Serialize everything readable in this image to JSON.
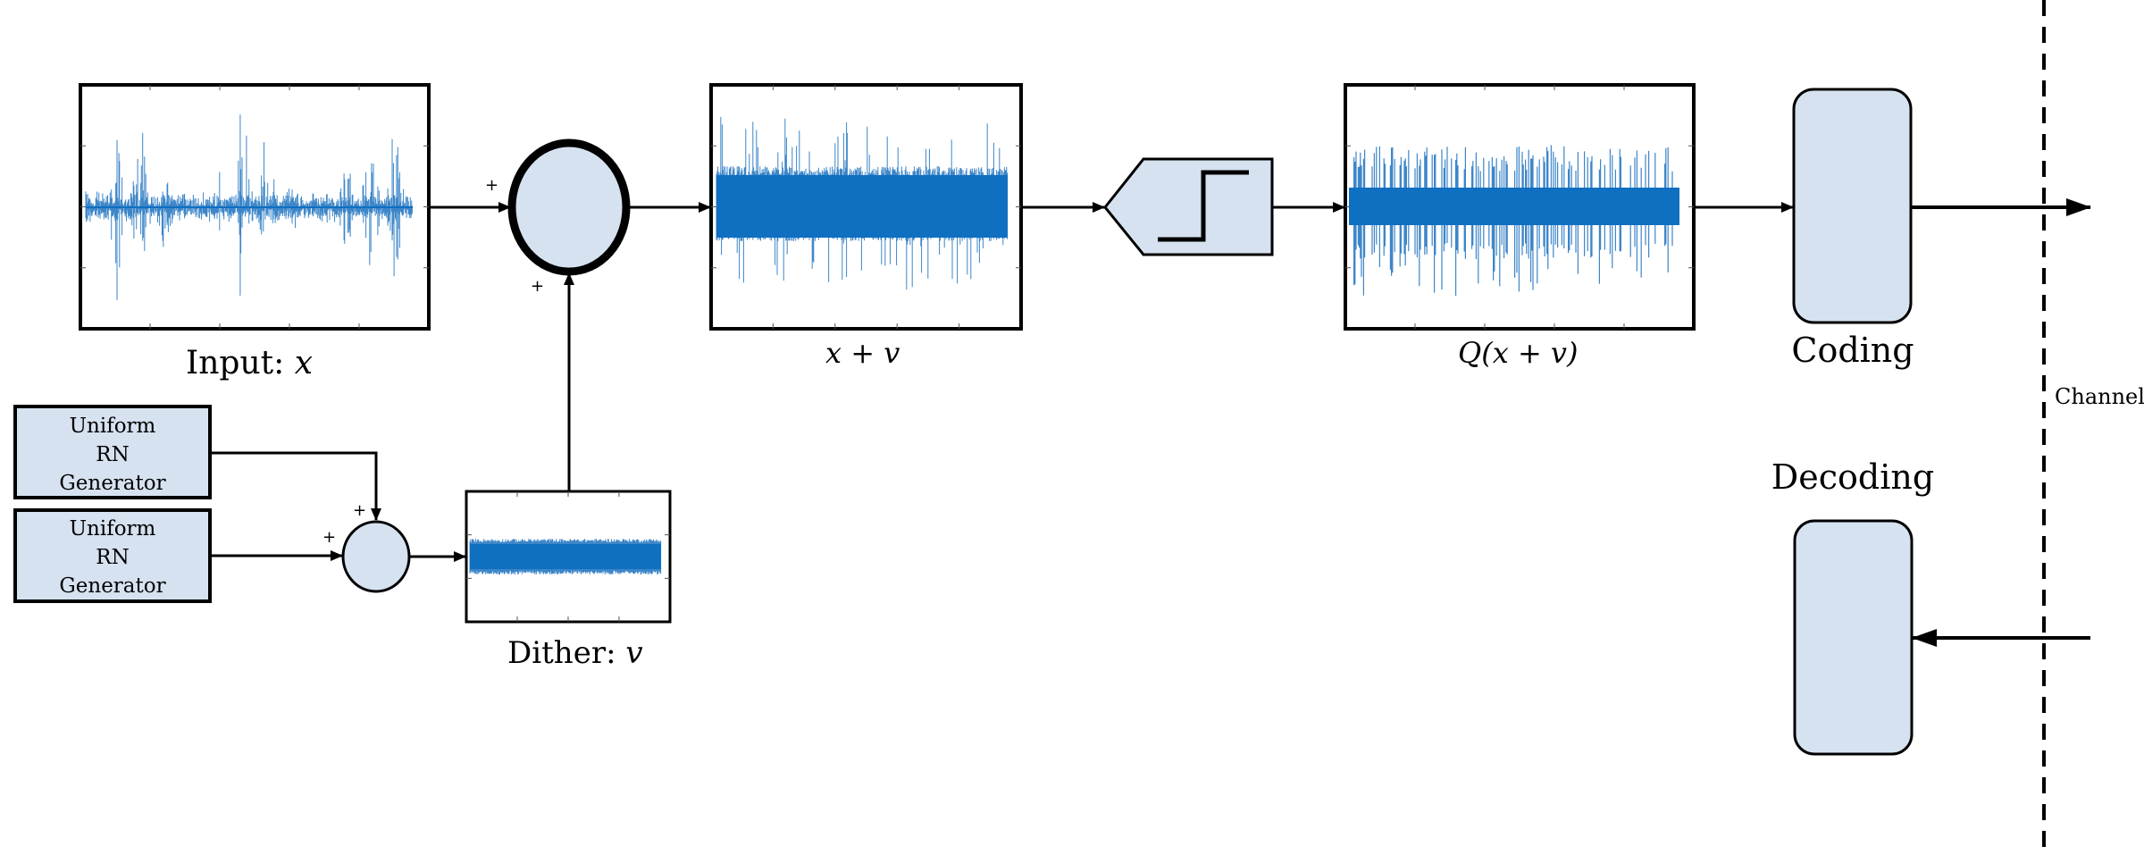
{
  "labels": {
    "input": "Input: ",
    "input_var": "x",
    "sum_signal": "x + v",
    "quantized": "Q(x + v)",
    "dither": "Dither: ",
    "dither_var": "v",
    "coding": "Coding",
    "decoding": "Decoding",
    "channel": "Channel",
    "rng_top_line1": "Uniform",
    "rng_top_line2": "RN",
    "rng_top_line3": "Generator",
    "rng_bottom_line1": "Uniform",
    "rng_bottom_line2": "RN",
    "rng_bottom_line3": "Generator",
    "plus_main_left": "+",
    "plus_main_bottom": "+",
    "plus_small_top": "+",
    "plus_small_left": "+"
  },
  "colors": {
    "block_fill": "#d6e2f0",
    "signal_blue": "#0f6fc0",
    "signal_light": "#3d86c8",
    "stroke": "#000000"
  },
  "icons": {
    "quantizer": "staircase-step-icon",
    "adder": "summing-junction-circle"
  }
}
